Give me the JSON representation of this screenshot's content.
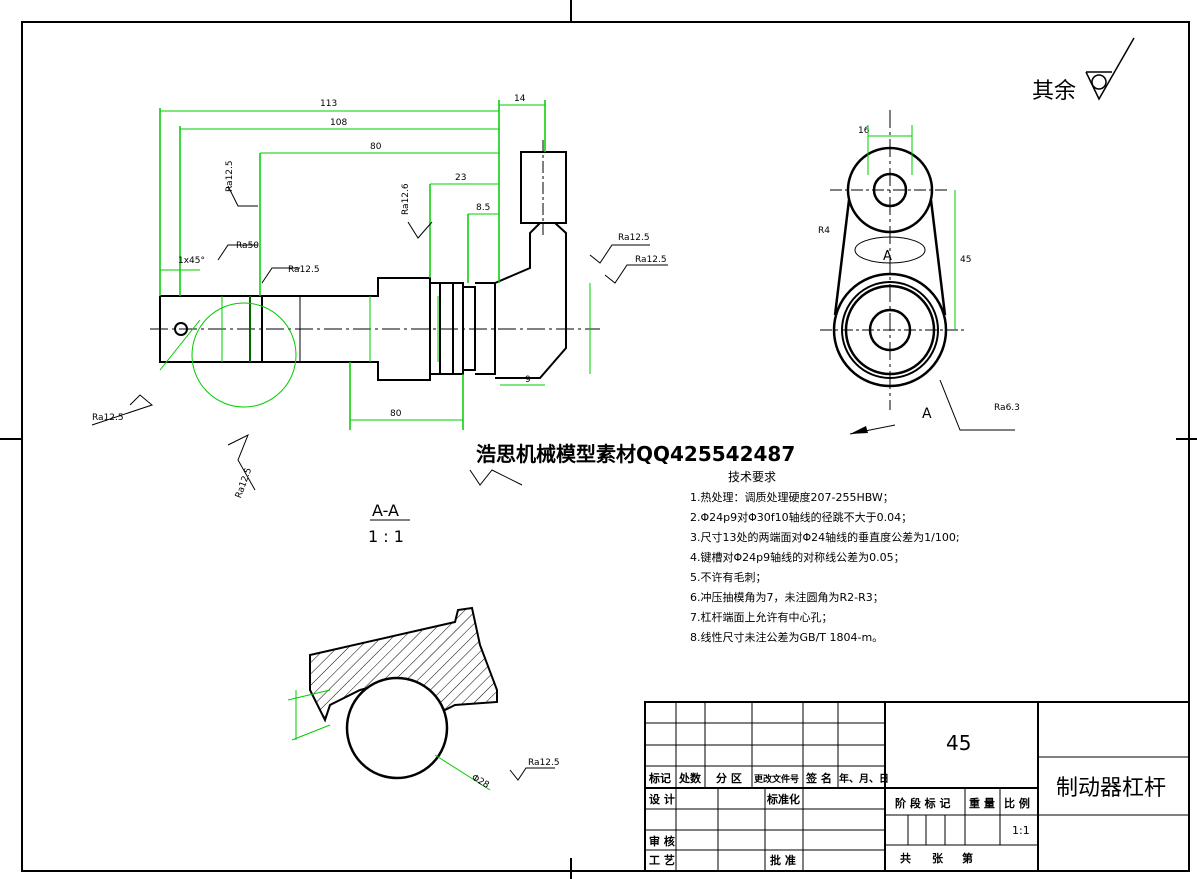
{
  "remaining_roughness": "其余",
  "watermark": "浩思机械模型素材QQ425542487",
  "section": {
    "name": "A-A",
    "scale": "1 : 1"
  },
  "view_marks": {
    "a_upper": "A",
    "a_lower": "A"
  },
  "tech_req": {
    "title": "技术要求",
    "items": [
      "1.热处理：调质处理硬度207-255HBW；",
      "2.Φ24p9对Φ30f10轴线的径跳不大于0.04；",
      "3.尺寸13处的两端面对Φ24轴线的垂直度公差为1/100;",
      "4.键槽对Φ24p9轴线的对称线公差为0.05；",
      "5.不许有毛刺；",
      "6.冲压抽模角为7，未注圆角为R2-R3；",
      "7.杠杆端面上允许有中心孔；",
      "8.线性尺寸未注公差为GB/T 1804-m。"
    ]
  },
  "roughness": {
    "r1": "Ra12.5",
    "r2": "Ra50",
    "r3": "Ra12.5",
    "r4": "Ra12.6",
    "r5": "Ra12.5",
    "r6": "Ra12.5",
    "r7": "Ra12.5",
    "r8": "Ra12.5",
    "r9": "Ra6.3",
    "r10": "Ra12.5"
  },
  "dims": {
    "d113": "113",
    "d108": "108",
    "d80": "80",
    "d23": "23",
    "d14": "14",
    "d8_5": "8.5",
    "d16": "16",
    "d45": "45",
    "d9": "9",
    "d80b": "80",
    "chamfer": "1x45°",
    "d28": "Φ28",
    "r4": "R4"
  },
  "title_block": {
    "material": "45",
    "part_name": "制动器杠杆",
    "labels": {
      "mark": "标记",
      "count": "处数",
      "zone": "分 区",
      "doc": "更改文件号",
      "sign": "签 名",
      "date": "年、月、日",
      "design": "设 计",
      "std": "标准化",
      "stage": "阶 段 标 记",
      "weight": "重 量",
      "scale": "比 例",
      "review": "审 核",
      "process": "工 艺",
      "approve": "批 准",
      "total": "共",
      "sheets": "张",
      "sheet_no": "第"
    },
    "scale_value": "1:1"
  }
}
